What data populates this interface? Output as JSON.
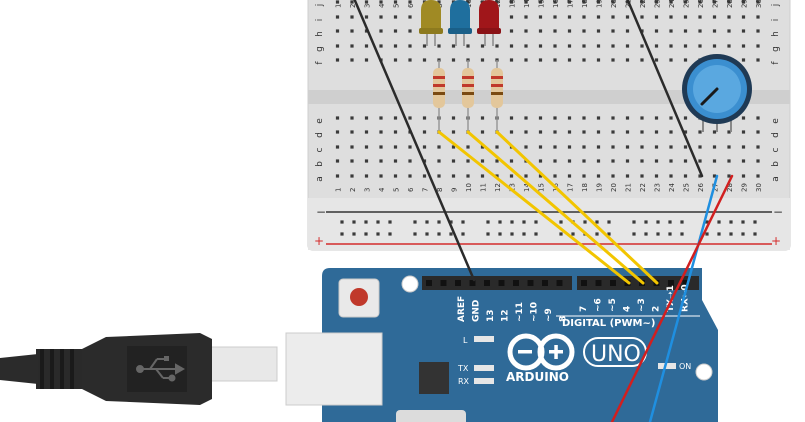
{
  "breadboard": {
    "row_letters_top": [
      "j",
      "i",
      "h",
      "g",
      "f"
    ],
    "row_letters_bottom": [
      "e",
      "d",
      "c",
      "b",
      "a"
    ],
    "row_letters_top_visible": [
      "j",
      "i",
      "h",
      "g",
      "f"
    ],
    "column_numbers": [
      "1",
      "2",
      "3",
      "4",
      "5",
      "6",
      "7",
      "8",
      "9",
      "10",
      "11",
      "12",
      "13",
      "14",
      "15",
      "16",
      "17",
      "18",
      "19",
      "20",
      "21",
      "22",
      "23",
      "24",
      "25",
      "26",
      "27",
      "28",
      "29",
      "30"
    ],
    "rail_minus": "−",
    "rail_plus": "+",
    "colors": {
      "body": "#dcdcdc",
      "rail_red": "#d42b2b",
      "rail_dark": "#333333",
      "hole": "#3a3a3a"
    }
  },
  "components": {
    "leds": [
      {
        "color": "#a08a24",
        "name": "yellow"
      },
      {
        "color": "#1f6f9e",
        "name": "blue"
      },
      {
        "color": "#a0161a",
        "name": "red"
      }
    ],
    "resistor_band_colors": [
      "#c0392b",
      "#c0392b",
      "#7a4a12"
    ],
    "potentiometer_color": "#3b8fd0"
  },
  "wires": {
    "signal_color": "#f2c500",
    "gnd_color": "#2b2b2b",
    "vcc_color": "#d11f1f",
    "analog_color": "#1f8fe0"
  },
  "arduino": {
    "brand": "ARDUINO",
    "model": "UNO",
    "digital_label": "DIGITAL (PWM~)",
    "header_labels_left": [
      "AREF",
      "GND",
      "13",
      "12",
      "~11",
      "~10",
      "~9",
      "8"
    ],
    "header_labels_right": [
      "7",
      "~6",
      "~5",
      "4",
      "~3",
      "2",
      "TX➝1",
      "RX←0"
    ],
    "led_l": "L",
    "led_tx": "TX",
    "led_rx": "RX",
    "on_label": "ON",
    "colors": {
      "board": "#2f6a98",
      "board_edge": "#275c85",
      "header": "#2a2a2a",
      "reset": "#c0392b"
    }
  },
  "usb": {
    "cable_color": "#2a2a2a",
    "plug_metal": "#e8e8e8"
  }
}
